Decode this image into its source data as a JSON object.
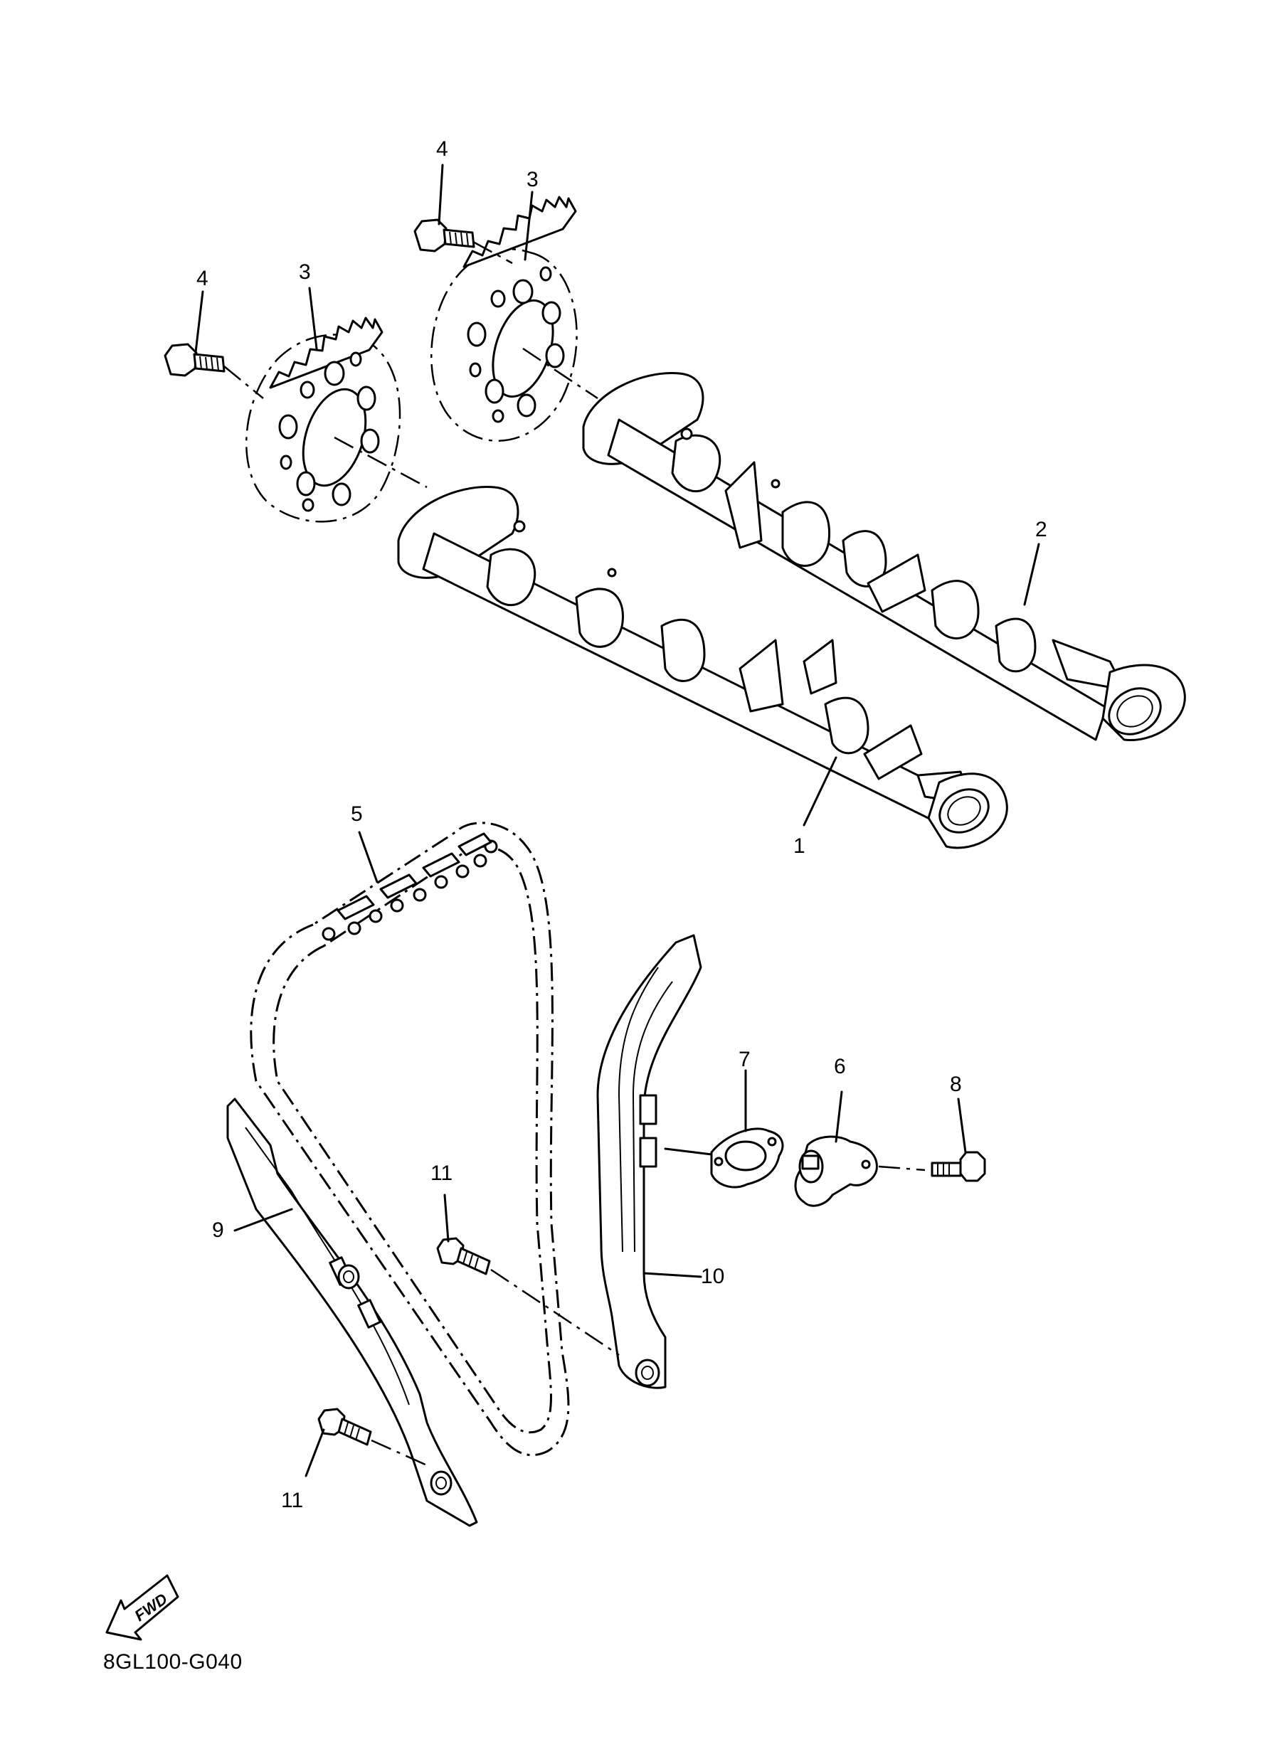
{
  "callouts": {
    "c4a": "4",
    "c3a": "3",
    "c4b": "4",
    "c3b": "3",
    "c2": "2",
    "c1": "1",
    "c5": "5",
    "c7": "7",
    "c6": "6",
    "c8": "8",
    "c11a": "11",
    "c9": "9",
    "c10": "10",
    "c11b": "11"
  },
  "fwd_label": "FWD",
  "diagram_code": "8GL100-G040"
}
